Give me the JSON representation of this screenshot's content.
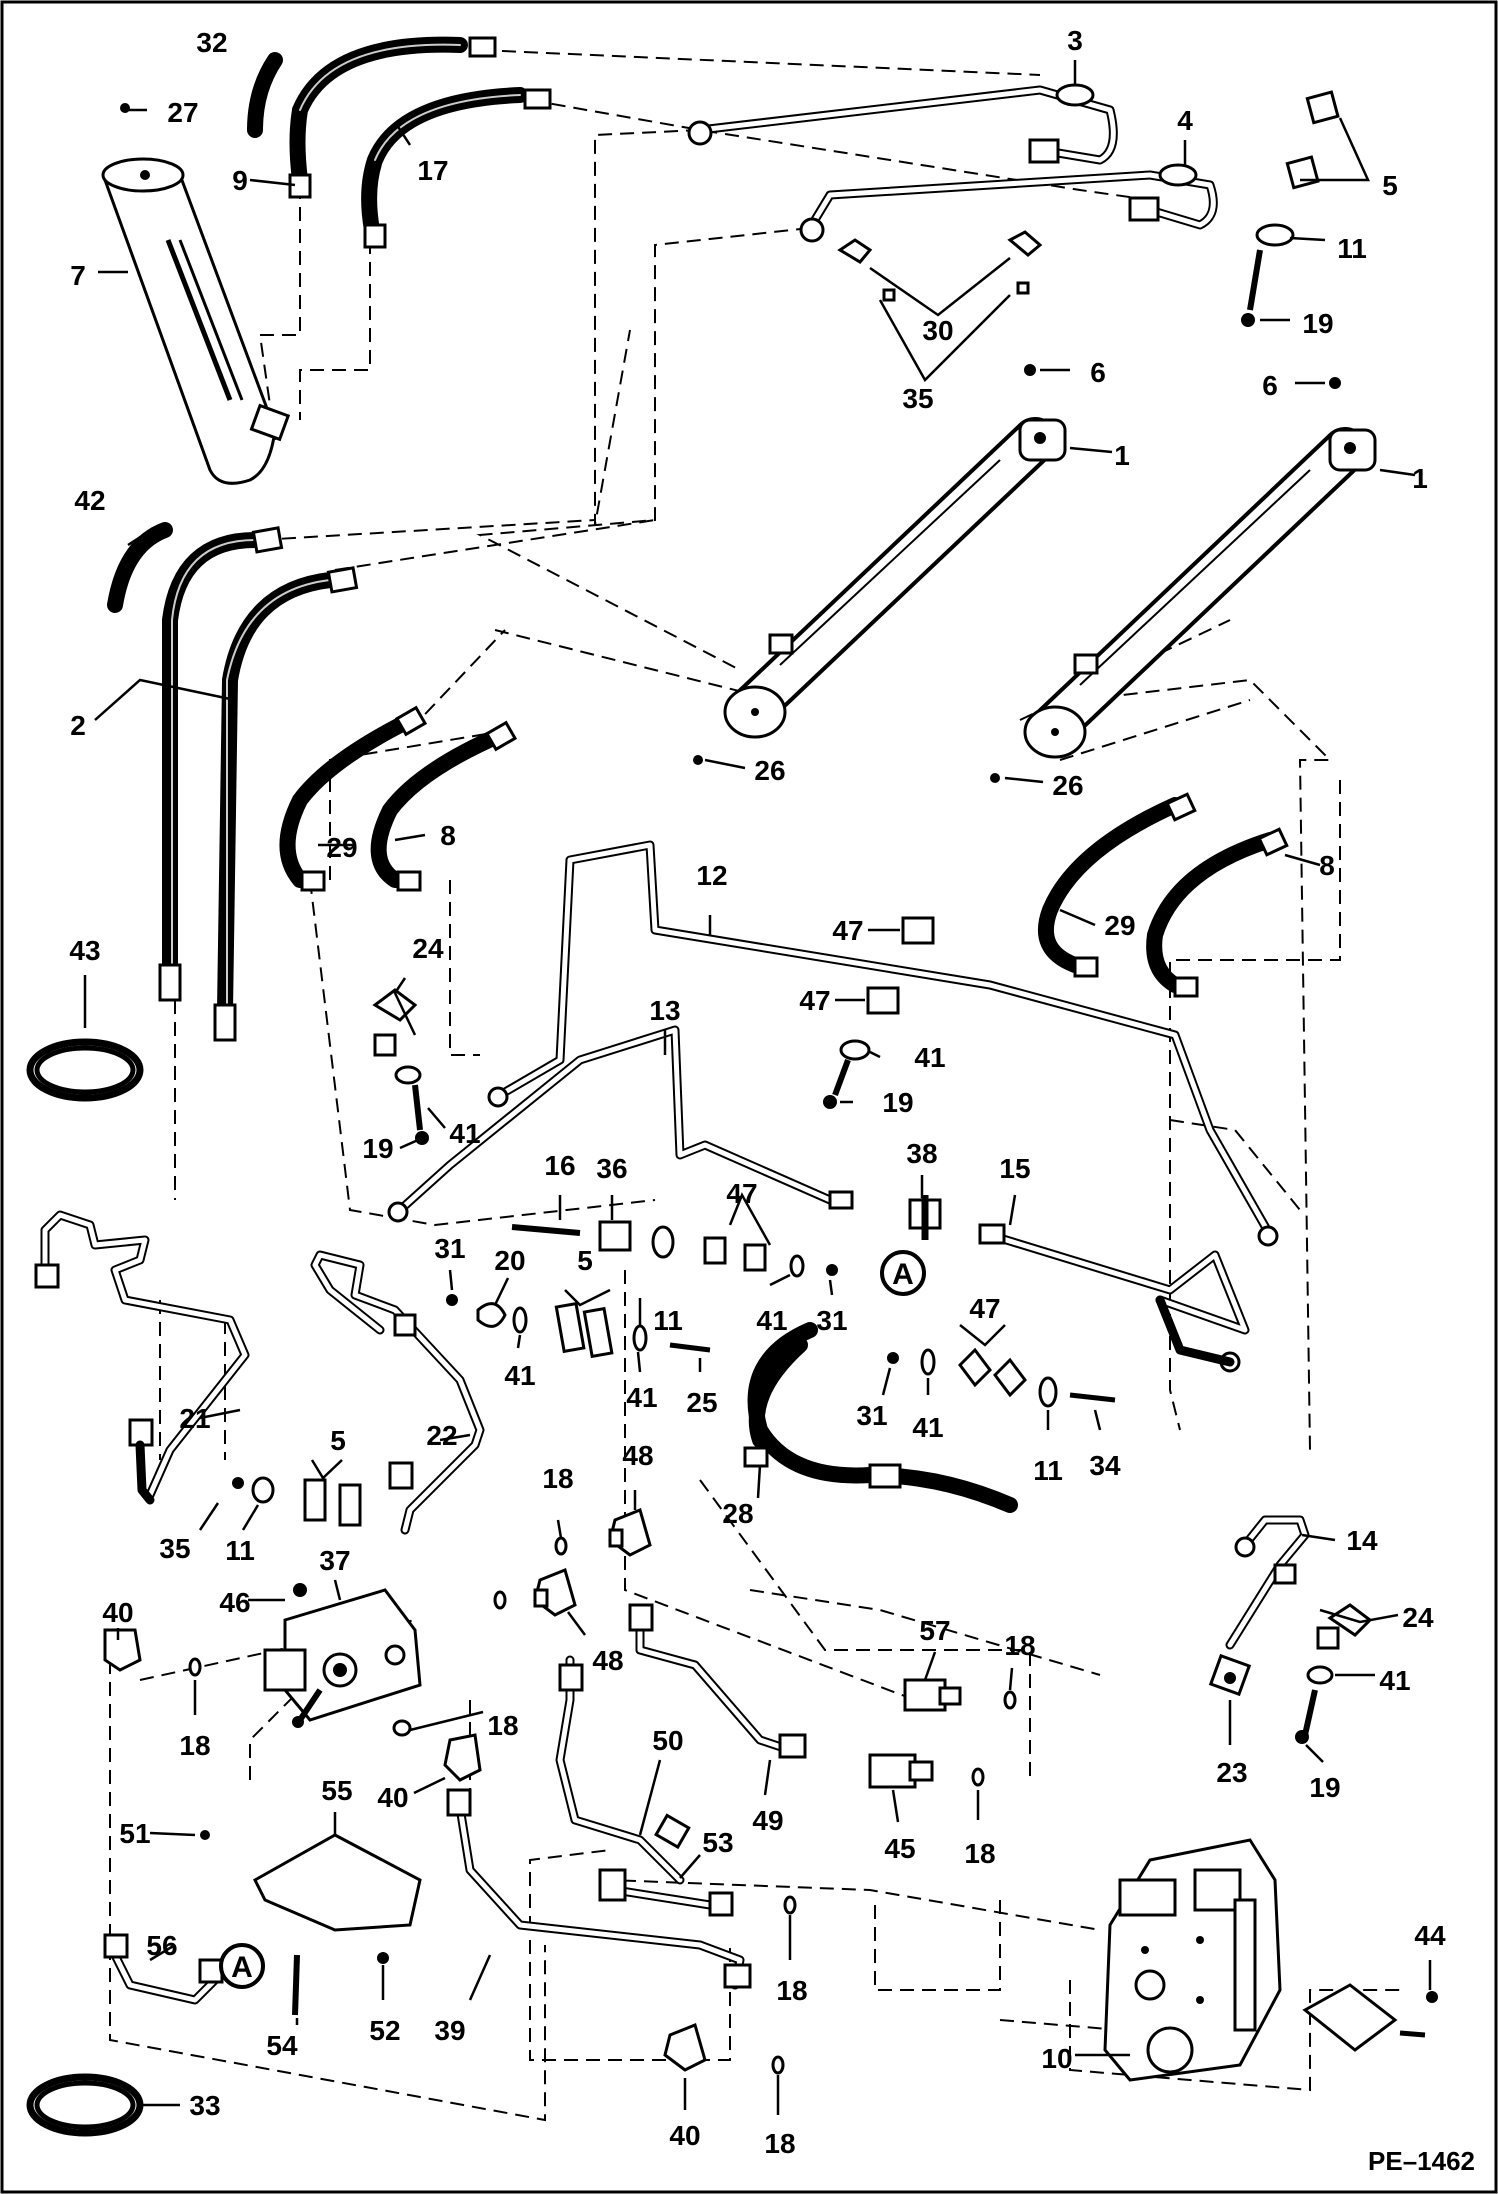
{
  "figure_code": "PE–1462",
  "view_marker": "A",
  "callouts": [
    {
      "id": "c32",
      "label": "32"
    },
    {
      "id": "c27",
      "label": "27"
    },
    {
      "id": "c9",
      "label": "9"
    },
    {
      "id": "c17",
      "label": "17"
    },
    {
      "id": "c3",
      "label": "3"
    },
    {
      "id": "c4",
      "label": "4"
    },
    {
      "id": "c5a",
      "label": "5"
    },
    {
      "id": "c7",
      "label": "7"
    },
    {
      "id": "c11a",
      "label": "11"
    },
    {
      "id": "c30",
      "label": "30"
    },
    {
      "id": "c19a",
      "label": "19"
    },
    {
      "id": "c35a",
      "label": "35"
    },
    {
      "id": "c6a",
      "label": "6"
    },
    {
      "id": "c6b",
      "label": "6"
    },
    {
      "id": "c1a",
      "label": "1"
    },
    {
      "id": "c1b",
      "label": "1"
    },
    {
      "id": "c42",
      "label": "42"
    },
    {
      "id": "c2",
      "label": "2"
    },
    {
      "id": "c26a",
      "label": "26"
    },
    {
      "id": "c26b",
      "label": "26"
    },
    {
      "id": "c29a",
      "label": "29"
    },
    {
      "id": "c8a",
      "label": "8"
    },
    {
      "id": "c8b",
      "label": "8"
    },
    {
      "id": "c29b",
      "label": "29"
    },
    {
      "id": "c12",
      "label": "12"
    },
    {
      "id": "c43",
      "label": "43"
    },
    {
      "id": "c24a",
      "label": "24"
    },
    {
      "id": "c47a",
      "label": "47"
    },
    {
      "id": "c47b",
      "label": "47"
    },
    {
      "id": "c41a",
      "label": "41"
    },
    {
      "id": "c13",
      "label": "13"
    },
    {
      "id": "c19b",
      "label": "19"
    },
    {
      "id": "c19c",
      "label": "19"
    },
    {
      "id": "c41b",
      "label": "41"
    },
    {
      "id": "c16",
      "label": "16"
    },
    {
      "id": "c36",
      "label": "36"
    },
    {
      "id": "c38",
      "label": "38"
    },
    {
      "id": "c15",
      "label": "15"
    },
    {
      "id": "c47c",
      "label": "47"
    },
    {
      "id": "c31a",
      "label": "31"
    },
    {
      "id": "c20",
      "label": "20"
    },
    {
      "id": "c5b",
      "label": "5"
    },
    {
      "id": "c11b",
      "label": "11"
    },
    {
      "id": "c41c",
      "label": "41"
    },
    {
      "id": "c31b",
      "label": "31"
    },
    {
      "id": "c47d",
      "label": "47"
    },
    {
      "id": "c41d",
      "label": "41"
    },
    {
      "id": "c41e",
      "label": "41"
    },
    {
      "id": "c25",
      "label": "25"
    },
    {
      "id": "c31c",
      "label": "31"
    },
    {
      "id": "c41f",
      "label": "41"
    },
    {
      "id": "c11c",
      "label": "11"
    },
    {
      "id": "c34",
      "label": "34"
    },
    {
      "id": "c21",
      "label": "21"
    },
    {
      "id": "c22",
      "label": "22"
    },
    {
      "id": "c5c",
      "label": "5"
    },
    {
      "id": "c28",
      "label": "28"
    },
    {
      "id": "c35b",
      "label": "35"
    },
    {
      "id": "c11d",
      "label": "11"
    },
    {
      "id": "c18a",
      "label": "18"
    },
    {
      "id": "c48a",
      "label": "48"
    },
    {
      "id": "c14",
      "label": "14"
    },
    {
      "id": "c46",
      "label": "46"
    },
    {
      "id": "c37",
      "label": "37"
    },
    {
      "id": "c40a",
      "label": "40"
    },
    {
      "id": "c57",
      "label": "57"
    },
    {
      "id": "c18b",
      "label": "18"
    },
    {
      "id": "c24b",
      "label": "24"
    },
    {
      "id": "c41g",
      "label": "41"
    },
    {
      "id": "c48b",
      "label": "48"
    },
    {
      "id": "c18c",
      "label": "18"
    },
    {
      "id": "c18d",
      "label": "18"
    },
    {
      "id": "c23",
      "label": "23"
    },
    {
      "id": "c19d",
      "label": "19"
    },
    {
      "id": "c50",
      "label": "50"
    },
    {
      "id": "c49",
      "label": "49"
    },
    {
      "id": "c45",
      "label": "45"
    },
    {
      "id": "c18e",
      "label": "18"
    },
    {
      "id": "c55",
      "label": "55"
    },
    {
      "id": "c40b",
      "label": "40"
    },
    {
      "id": "c51",
      "label": "51"
    },
    {
      "id": "c53",
      "label": "53"
    },
    {
      "id": "c56",
      "label": "56"
    },
    {
      "id": "c44",
      "label": "44"
    },
    {
      "id": "c18f",
      "label": "18"
    },
    {
      "id": "c54",
      "label": "54"
    },
    {
      "id": "c52",
      "label": "52"
    },
    {
      "id": "c39",
      "label": "39"
    },
    {
      "id": "c10",
      "label": "10"
    },
    {
      "id": "c33",
      "label": "33"
    },
    {
      "id": "c40c",
      "label": "40"
    },
    {
      "id": "c18g",
      "label": "18"
    }
  ]
}
